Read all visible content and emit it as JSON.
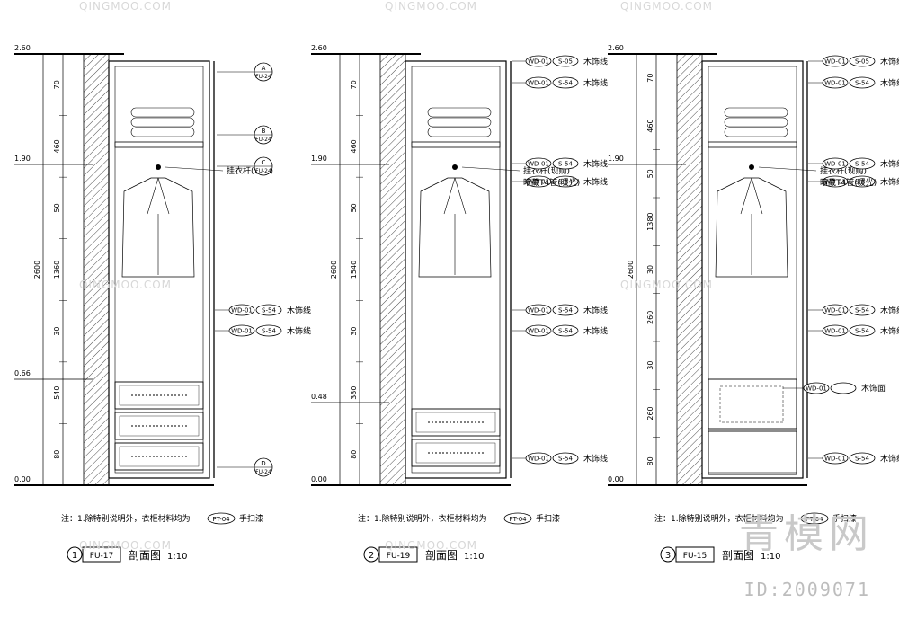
{
  "watermark": {
    "text": "QINGMOO.COM",
    "big": "青模网",
    "id": "ID:2009071"
  },
  "labels": {
    "wood_trim": "木饰线",
    "wood_face": "木饰面",
    "hanger_rod": "挂衣杆(现购)",
    "t4_tube": "暗藏T4管(暖光)",
    "wd01": "WD-01",
    "s54": "S-54",
    "s05": "S-05"
  },
  "note": {
    "prefix": "注：1.除特别说明外，衣柜材料均为",
    "code": "PT-04",
    "suffix": "手扫漆"
  },
  "sections": [
    {
      "num": "1",
      "code": "FU-17",
      "title": "剖面图",
      "scale": "1:10",
      "levels": [
        "2.60",
        "1.90",
        "0.66",
        "0.00"
      ],
      "dims_total": [
        "2600"
      ],
      "dims": [
        "70",
        "460",
        "50",
        "1360",
        "30",
        "540",
        "80"
      ],
      "callouts": [
        {
          "l": "A",
          "b": "FU-24"
        },
        {
          "l": "B",
          "b": "FU-24"
        },
        {
          "l": "C",
          "b": "FU-24"
        },
        {
          "l": "D",
          "b": "FU-24"
        }
      ]
    },
    {
      "num": "2",
      "code": "FU-19",
      "title": "剖面图",
      "scale": "1:10",
      "levels": [
        "2.60",
        "1.90",
        "0.48",
        "0.00"
      ],
      "dims_total": [
        "2600"
      ],
      "dims": [
        "70",
        "460",
        "50",
        "1540",
        "30",
        "380",
        "80"
      ]
    },
    {
      "num": "3",
      "code": "FU-15",
      "title": "剖面图",
      "scale": "1:10",
      "levels": [
        "2.60",
        "1.90",
        "0.00"
      ],
      "dims_total": [
        "2600"
      ],
      "dims": [
        "70",
        "460",
        "50",
        "1380",
        "30",
        "260",
        "30",
        "260",
        "80"
      ]
    }
  ]
}
